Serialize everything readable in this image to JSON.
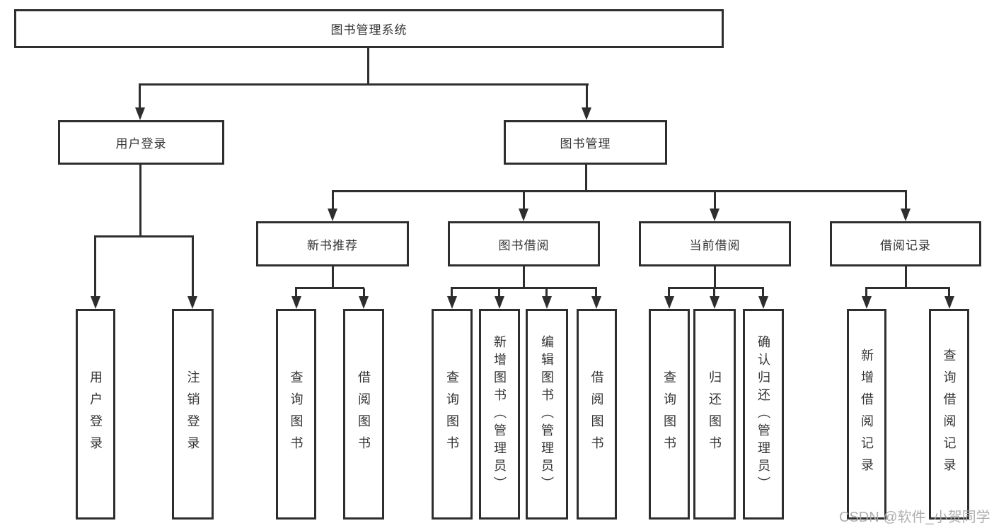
{
  "diagram": {
    "title_hint": "library-management-system-function-tree",
    "colors": {
      "line": "#2e2e2e",
      "text": "#333333",
      "background": "#ffffff",
      "watermark": "#a8a8a8"
    },
    "root": {
      "label": "图书管理系统"
    },
    "level1": [
      {
        "label": "用户登录"
      },
      {
        "label": "图书管理"
      }
    ],
    "level2": [
      {
        "label": "新书推荐"
      },
      {
        "label": "图书借阅"
      },
      {
        "label": "当前借阅"
      },
      {
        "label": "借阅记录"
      }
    ],
    "leaves": [
      {
        "label": "用户登录"
      },
      {
        "label": "注销登录"
      },
      {
        "label": "查询图书"
      },
      {
        "label": "借阅图书"
      },
      {
        "label": "查询图书"
      },
      {
        "label": "新增图书（管理员）"
      },
      {
        "label": "编辑图书（管理员）"
      },
      {
        "label": "借阅图书"
      },
      {
        "label": "查询图书"
      },
      {
        "label": "归还图书"
      },
      {
        "label": "确认归还（管理员）"
      },
      {
        "label": "新增借阅记录"
      },
      {
        "label": "查询借阅记录"
      }
    ],
    "watermark": "CSDN @软件_小贺同学"
  }
}
